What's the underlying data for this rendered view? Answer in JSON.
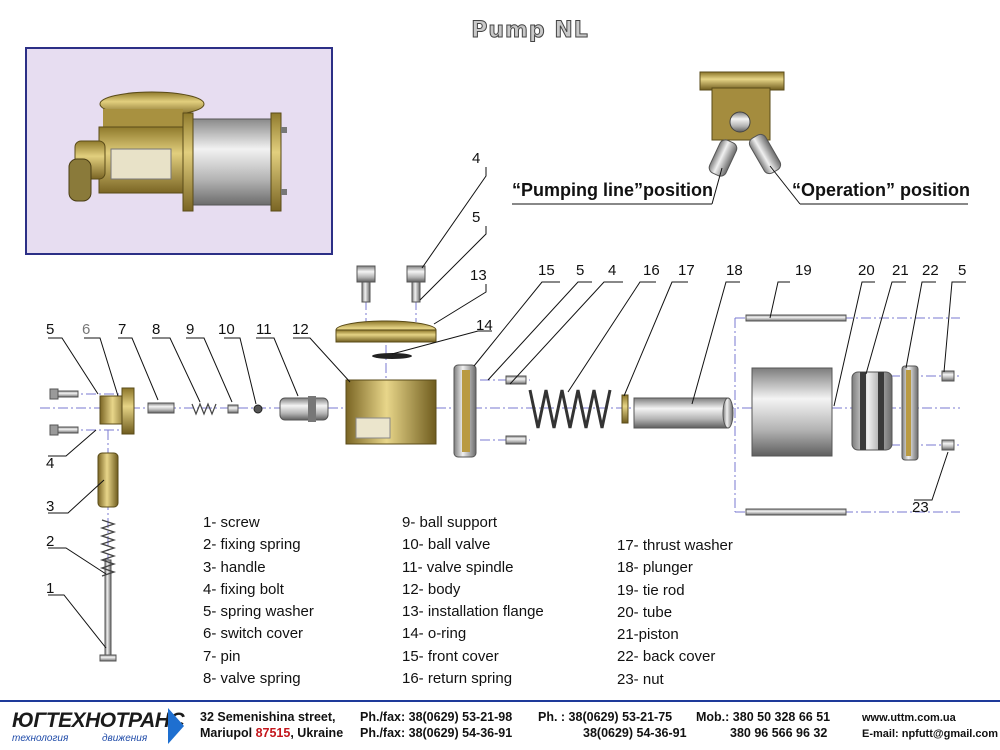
{
  "title": "Pump NL",
  "positions": {
    "pumping_line": "“Pumping line”position",
    "operation": "“Operation” position"
  },
  "callouts": {
    "c1": "1",
    "c2": "2",
    "c3": "3",
    "c4a": "4",
    "c5a": "5",
    "c6": "6",
    "c7": "7",
    "c8": "8",
    "c9": "9",
    "c10": "10",
    "c11": "11",
    "c12": "12",
    "c4b": "4",
    "c5b": "5",
    "c13": "13",
    "c14": "14",
    "c15": "15",
    "c5c": "5",
    "c4c": "4",
    "c16": "16",
    "c17": "17",
    "c18": "18",
    "c19": "19",
    "c20": "20",
    "c21": "21",
    "c22": "22",
    "c5d": "5",
    "c23": "23"
  },
  "legend": {
    "col1": [
      "1- screw",
      "2- fixing spring",
      "3- handle",
      "4- fixing bolt",
      "5- spring washer",
      "6- switch cover",
      "7- pin",
      "8- valve spring"
    ],
    "col2": [
      "9- ball support",
      "10- ball valve",
      "11- valve spindle",
      "12- body",
      "13- installation flange",
      "14- o-ring",
      "15- front cover",
      "16- return spring"
    ],
    "col3": [
      "17- thrust washer",
      "18- plunger",
      "19- tie rod",
      "20- tube",
      "21-piston",
      "22- back cover",
      "23- nut"
    ]
  },
  "footer": {
    "logo_name": "ЮГТЕХНОТРАНС",
    "logo_sub_1": "технология",
    "logo_sub_2": "движения",
    "address_line1": "32 Semenishina street,",
    "address_city": "Mariupol",
    "address_zip": "87515",
    "address_country": ", Ukraine",
    "phfax_1": "Ph./fax: 38(0629) 53-21-98",
    "phfax_2": "Ph./fax: 38(0629) 54-36-91",
    "ph_1": "Ph. : 38(0629) 53-21-75",
    "ph_2": "38(0629) 54-36-91",
    "mob_1": "Mob.: 380 50 328 66 51",
    "mob_2": "380 96 566 96 32",
    "web": "www.uttm.com.ua",
    "email": "E-mail: npfutt@gmail.com"
  },
  "colors": {
    "frame_blue": "#2c2f86",
    "footer_blue": "#1e3a9a",
    "brass": "#c9a94a",
    "steel": "#c7c7c7",
    "city_red": "#c4161c"
  }
}
